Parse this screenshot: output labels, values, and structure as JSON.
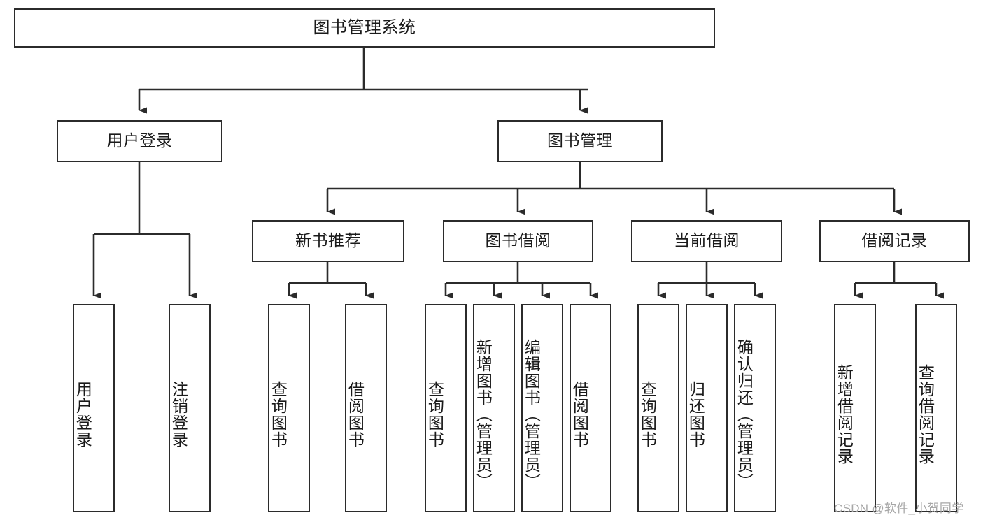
{
  "diagram": {
    "type": "tree-hierarchy-chart",
    "root": {
      "id": "root",
      "label": "图书管理系统"
    },
    "level2": [
      {
        "id": "user-login",
        "label": "用户登录"
      },
      {
        "id": "book-manage",
        "label": "图书管理"
      }
    ],
    "level3": [
      {
        "id": "new-book-rec",
        "label": "新书推荐"
      },
      {
        "id": "book-borrow",
        "label": "图书借阅"
      },
      {
        "id": "current-borrow",
        "label": "当前借阅"
      },
      {
        "id": "borrow-record",
        "label": "借阅记录"
      }
    ],
    "leaves": [
      {
        "id": "leaf-user-login",
        "label": "用户登录",
        "parent": "user-login"
      },
      {
        "id": "leaf-logout-login",
        "label": "注销登录",
        "parent": "user-login"
      },
      {
        "id": "leaf-query-book-1",
        "label": "查询图书",
        "parent": "new-book-rec"
      },
      {
        "id": "leaf-borrow-book-1",
        "label": "借阅图书",
        "parent": "new-book-rec"
      },
      {
        "id": "leaf-query-book-2",
        "label": "查询图书",
        "parent": "book-borrow"
      },
      {
        "id": "leaf-add-book",
        "label": "新增图书（管理员）",
        "parent": "book-borrow"
      },
      {
        "id": "leaf-edit-book",
        "label": "编辑图书（管理员）",
        "parent": "book-borrow"
      },
      {
        "id": "leaf-borrow-book-2",
        "label": "借阅图书",
        "parent": "book-borrow"
      },
      {
        "id": "leaf-query-book-3",
        "label": "查询图书",
        "parent": "current-borrow"
      },
      {
        "id": "leaf-return-book",
        "label": "归还图书",
        "parent": "current-borrow"
      },
      {
        "id": "leaf-confirm-return",
        "label": "确认归还（管理员）",
        "parent": "current-borrow"
      },
      {
        "id": "leaf-add-record",
        "label": "新增借阅记录",
        "parent": "borrow-record"
      },
      {
        "id": "leaf-query-record",
        "label": "查询借阅记录",
        "parent": "borrow-record"
      }
    ],
    "watermark": "CSDN @软件_小贺同学",
    "colors": {
      "stroke": "#2b2b2b",
      "fill": "#ffffff",
      "text": "#1a1a1a",
      "watermark": "#a7a7a7"
    }
  }
}
